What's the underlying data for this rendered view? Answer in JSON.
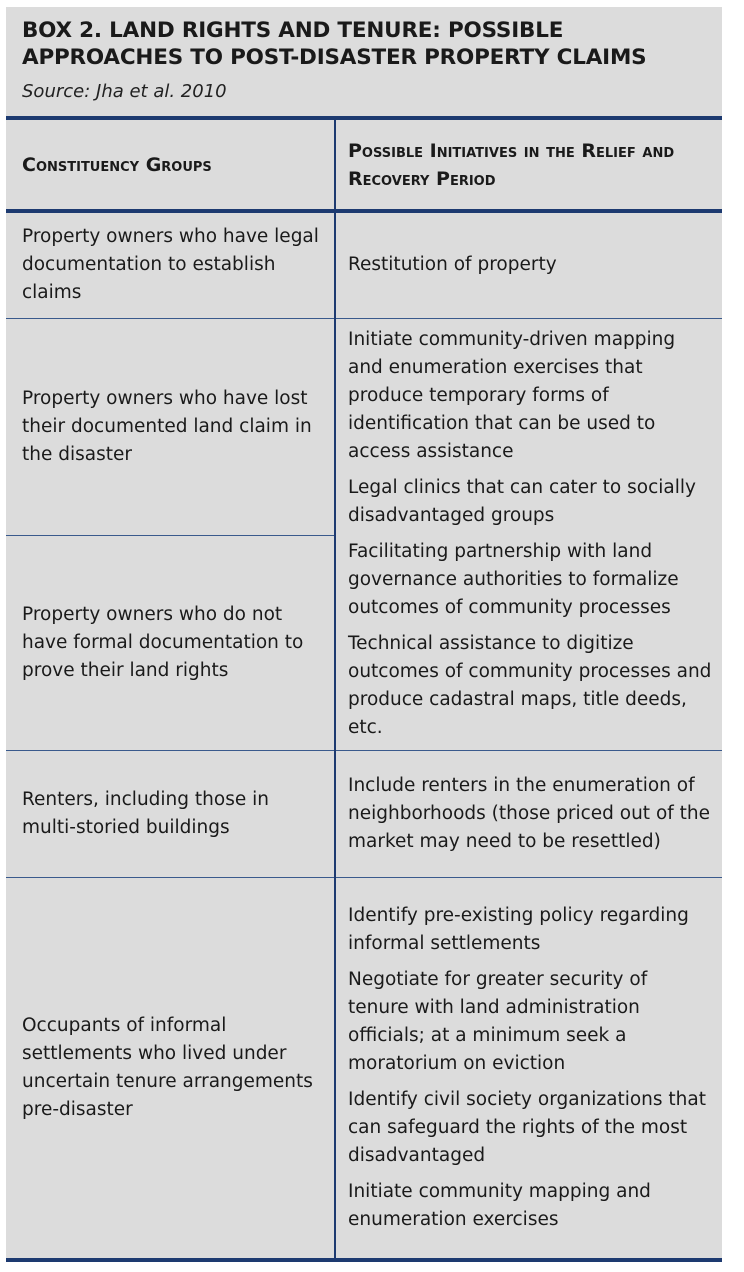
{
  "title_line1": "BOX 2. LAND RIGHTS AND TENURE: POSSIBLE",
  "title_line2": "APPROACHES TO POST-DISASTER PROPERTY CLAIMS",
  "source": "Source: Jha et al. 2010",
  "columns": [
    "Constituency Groups",
    "Possible Initiatives in the Relief and Recovery Period"
  ],
  "rows": [
    {
      "group": "Property owners who have legal documentation to establish claims",
      "initiatives": [
        "Restitution of property"
      ]
    },
    {
      "group": "Property owners who have lost their documented land claim in the disaster"
    },
    {
      "group": "Property owners who do not have formal documentation to prove their land rights"
    },
    {
      "group": "Renters, including those in multi-storied buildings",
      "initiatives": [
        "Include renters in the enumeration of neighborhoods (those priced out of the market may need to be resettled)"
      ]
    },
    {
      "group": "Occupants of informal settlements who lived under uncertain tenure arrangements pre-disaster",
      "initiatives": [
        "Identify pre-existing policy regarding informal settlements",
        "Negotiate for greater security of tenure with land administration officials; at a minimum seek a moratorium on eviction",
        "Identify civil society organizations that can safeguard the rights of the most disadvantaged",
        "Initiate community mapping and enumeration exercises"
      ]
    }
  ],
  "merged_initiatives": [
    "Initiate community-driven mapping and enumeration exercises that produce temporary forms of identification that can be used to access assistance",
    "Legal clinics that can cater to socially disadvantaged groups",
    "Facilitating partnership with land governance authorities to formalize outcomes of community processes",
    "Technical assistance to digitize outcomes of community processes and produce cadastral maps, title deeds, etc."
  ],
  "colors": {
    "background": "#dcdcdc",
    "rule": "#1d3a70"
  }
}
